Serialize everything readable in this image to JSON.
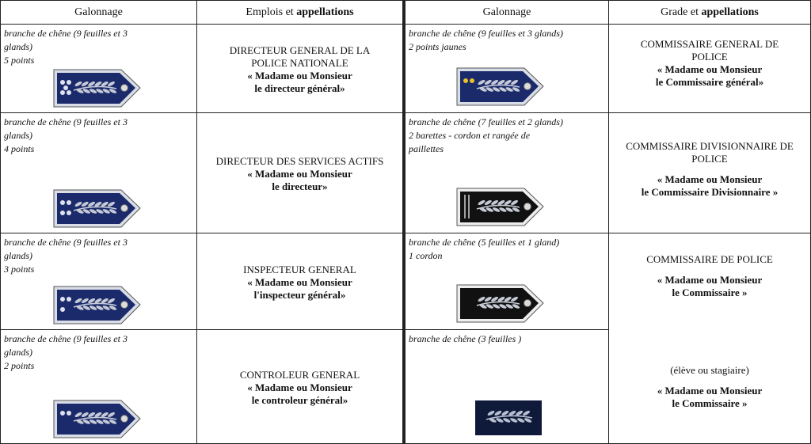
{
  "headers": {
    "left_galonnage": "Galonnage",
    "emplois_pre": "Emplois et ",
    "emplois_bold": "appellations",
    "right_galonnage": "Galonnage",
    "grade_pre": "Grade et ",
    "grade_bold": "appellations"
  },
  "left_rows": [
    {
      "galonnage": "branche de chêne (9 feuilles et 3\nglands)\n5 points",
      "title": "DIRECTEUR GENERAL DE LA\nPOLICE NATIONALE",
      "appellation": "« Madame ou Monsieur\nle directeur général»",
      "points": 5
    },
    {
      "galonnage": "branche de chêne (9 feuilles et 3\nglands)\n4 points",
      "title": "DIRECTEUR DES SERVICES ACTIFS",
      "appellation": "« Madame ou Monsieur\nle directeur»",
      "points": 4
    },
    {
      "galonnage": "branche de chêne (9 feuilles et 3\nglands)\n3 points",
      "title": "INSPECTEUR GENERAL",
      "appellation": "« Madame ou Monsieur\nl'inspecteur général»",
      "points": 3
    },
    {
      "galonnage": "branche de chêne (9 feuilles et 3\nglands)\n2 points",
      "title": "CONTROLEUR GENERAL",
      "appellation": "« Madame ou Monsieur\nle controleur général»",
      "points": 2
    }
  ],
  "right_rows": [
    {
      "galonnage": "branche de chêne (9 feuilles et 3 glands)\n2 points jaunes",
      "style": "blue-gold"
    },
    {
      "galonnage": "branche de chêne (7 feuilles et 2 glands)\n2 barettes - cordon et  rangée de\npaillettes",
      "style": "black-double"
    },
    {
      "galonnage": "branche de chêne (5 feuilles et 1 gland)\n1 cordon",
      "style": "black-single"
    },
    {
      "galonnage": "branche de chêne (3 feuilles )",
      "style": "patch"
    }
  ],
  "grades": [
    {
      "title": "COMMISSAIRE GENERAL DE\nPOLICE",
      "appellation": "« Madame ou Monsieur\nle Commissaire général»"
    },
    {
      "title": "COMMISSAIRE DIVISIONNAIRE DE\nPOLICE",
      "appellation": "« Madame ou Monsieur\nle Commissaire Divisionnaire »"
    },
    {
      "title": "COMMISSAIRE  DE POLICE",
      "appellation": "« Madame ou Monsieur\nle Commissaire »"
    },
    {
      "title": "(élève ou stagiaire)",
      "appellation": "« Madame ou Monsieur\nle Commissaire »"
    }
  ],
  "colors": {
    "navy": "#1b2a6b",
    "silver": "#d9dde6",
    "gold": "#e6c22a",
    "black": "#111111"
  }
}
